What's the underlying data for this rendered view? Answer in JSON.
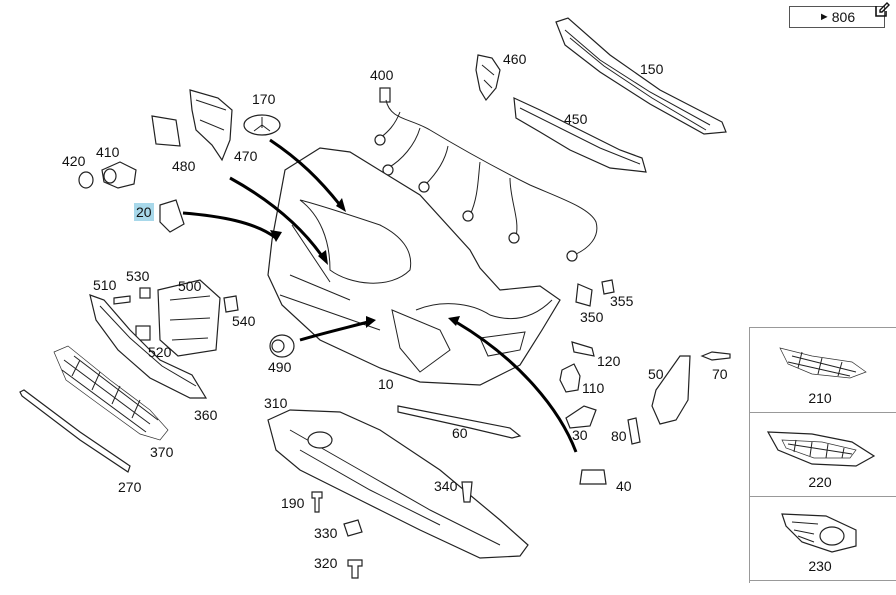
{
  "reference": {
    "arrow": "►",
    "label": "806"
  },
  "edit_icon": "edit-icon",
  "callouts": [
    {
      "id": "c10",
      "label": "10"
    },
    {
      "id": "c20",
      "label": "20",
      "highlighted": true
    },
    {
      "id": "c30",
      "label": "30"
    },
    {
      "id": "c40",
      "label": "40"
    },
    {
      "id": "c50",
      "label": "50"
    },
    {
      "id": "c60",
      "label": "60"
    },
    {
      "id": "c70",
      "label": "70"
    },
    {
      "id": "c80",
      "label": "80"
    },
    {
      "id": "c110",
      "label": "110"
    },
    {
      "id": "c120",
      "label": "120"
    },
    {
      "id": "c150",
      "label": "150"
    },
    {
      "id": "c170",
      "label": "170"
    },
    {
      "id": "c190",
      "label": "190"
    },
    {
      "id": "c270",
      "label": "270"
    },
    {
      "id": "c310",
      "label": "310"
    },
    {
      "id": "c320",
      "label": "320"
    },
    {
      "id": "c330",
      "label": "330"
    },
    {
      "id": "c340",
      "label": "340"
    },
    {
      "id": "c350",
      "label": "350"
    },
    {
      "id": "c355",
      "label": "355"
    },
    {
      "id": "c360",
      "label": "360"
    },
    {
      "id": "c370",
      "label": "370"
    },
    {
      "id": "c400",
      "label": "400"
    },
    {
      "id": "c410",
      "label": "410"
    },
    {
      "id": "c420",
      "label": "420"
    },
    {
      "id": "c450",
      "label": "450"
    },
    {
      "id": "c460",
      "label": "460"
    },
    {
      "id": "c470",
      "label": "470"
    },
    {
      "id": "c480",
      "label": "480"
    },
    {
      "id": "c490",
      "label": "490"
    },
    {
      "id": "c500",
      "label": "500"
    },
    {
      "id": "c510",
      "label": "510"
    },
    {
      "id": "c520",
      "label": "520"
    },
    {
      "id": "c530",
      "label": "530"
    },
    {
      "id": "c540",
      "label": "540"
    }
  ],
  "side_panel": [
    {
      "label": "210"
    },
    {
      "label": "220"
    },
    {
      "label": "230"
    }
  ],
  "colors": {
    "highlight": "#a8d8ea",
    "line": "#222222"
  }
}
